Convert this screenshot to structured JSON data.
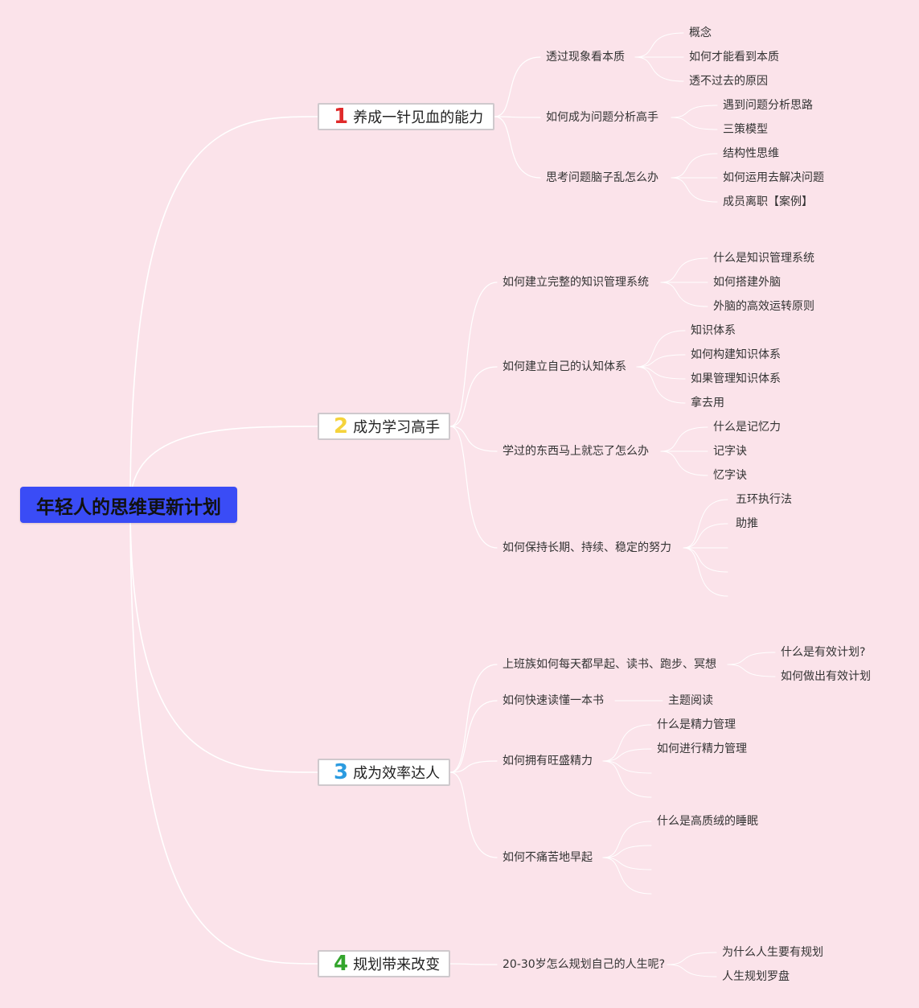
{
  "root": "年轻人的思维更新计划",
  "colors": {
    "background": "#fbe3ea",
    "root_fill": "#3a4cf6",
    "branch_border": "#cfc9cd",
    "link": "#ffffff",
    "num1": "#e02a2a",
    "num2": "#f5d33b",
    "num3": "#2b9be0",
    "num4": "#33a52c"
  },
  "branches": [
    {
      "num": "1",
      "label": "养成一针见血的能力",
      "topics": [
        {
          "label": "透过现象看本质",
          "items": [
            "概念",
            "如何才能看到本质",
            "透不过去的原因"
          ]
        },
        {
          "label": "如何成为问题分析高手",
          "items": [
            "遇到问题分析思路",
            "三策模型"
          ]
        },
        {
          "label": "思考问题脑子乱怎么办",
          "items": [
            "结构性思维",
            "如何运用去解决问题",
            "成员离职【案例】"
          ]
        }
      ]
    },
    {
      "num": "2",
      "label": "成为学习高手",
      "topics": [
        {
          "label": "如何建立完整的知识管理系统",
          "items": [
            "什么是知识管理系统",
            "如何搭建外脑",
            "外脑的高效运转原则"
          ]
        },
        {
          "label": "如何建立自己的认知体系",
          "items": [
            "知识体系",
            "如何构建知识体系",
            "如果管理知识体系",
            "拿去用"
          ]
        },
        {
          "label": "学过的东西马上就忘了怎么办",
          "items": [
            "什么是记忆力",
            "记字诀",
            "忆字诀"
          ]
        },
        {
          "label": "如何保持长期、持续、稳定的努力",
          "items": [
            "五环执行法",
            "助推"
          ]
        }
      ]
    },
    {
      "num": "3",
      "label": "成为效率达人",
      "topics": [
        {
          "label": "上班族如何每天都早起、读书、跑步、冥想",
          "items": [
            "什么是有效计划?",
            "如何做出有效计划"
          ]
        },
        {
          "label": "如何快速读懂一本书",
          "items": [
            "主题阅读"
          ]
        },
        {
          "label": "如何拥有旺盛精力",
          "items": [
            "什么是精力管理",
            "如何进行精力管理"
          ]
        },
        {
          "label": "如何不痛苦地早起",
          "items": [
            "什么是高质绒的睡眠"
          ]
        }
      ]
    },
    {
      "num": "4",
      "label": "规划带来改变",
      "topics": [
        {
          "label": "20-30岁怎么规划自己的人生呢?",
          "items": [
            "为什么人生要有规划",
            "人生规划罗盘"
          ]
        }
      ]
    }
  ]
}
